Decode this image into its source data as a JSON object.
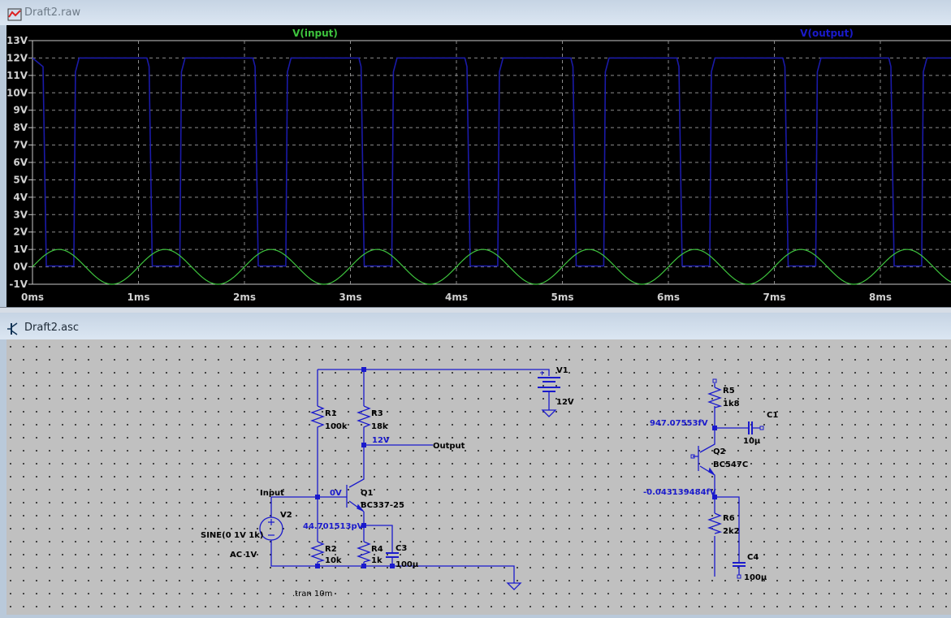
{
  "waveform_window": {
    "title": "Draft2.raw"
  },
  "schematic_window": {
    "title": "Draft2.asc"
  },
  "chart_data": {
    "type": "line",
    "title": "",
    "legend": [
      "V(input)",
      "V(output)"
    ],
    "legend_placement": "top",
    "xlabel": "",
    "ylabel": "",
    "xlim_ms": [
      0,
      8.67
    ],
    "ylim": [
      -1,
      13
    ],
    "x_ticks": [
      "0ms",
      "1ms",
      "2ms",
      "3ms",
      "4ms",
      "5ms",
      "6ms",
      "7ms",
      "8ms"
    ],
    "y_ticks": [
      "13V",
      "12V",
      "11V",
      "10V",
      "9V",
      "8V",
      "7V",
      "6V",
      "5V",
      "4V",
      "3V",
      "2V",
      "1V",
      "0V",
      "-1V"
    ],
    "grid": true,
    "colors": {
      "input": "#3ec43e",
      "output": "#1a1aa8",
      "background": "#000000",
      "grid": "#8c8c8c"
    },
    "series": [
      {
        "name": "V(input)",
        "kind": "sine",
        "offset": 0,
        "amplitude": 1,
        "frequency_khz": 1
      },
      {
        "name": "V(output)",
        "kind": "square",
        "high": 12,
        "low": 0.05,
        "period_ms": 1,
        "low_from_ms": 0.1,
        "low_to_ms": 0.39
      }
    ]
  },
  "schematic": {
    "wire_color": "#1a1acc",
    "label_color": "#1a1acc",
    "R1": {
      "name": "R1",
      "value": "100k"
    },
    "R2": {
      "name": "R2",
      "value": "10k"
    },
    "R3": {
      "name": "R3",
      "value": "18k"
    },
    "R4": {
      "name": "R4",
      "value": "1k"
    },
    "R5": {
      "name": "R5",
      "value": "1k8"
    },
    "R6": {
      "name": "R6",
      "value": "2k2"
    },
    "C1": {
      "name": "C1",
      "value": "10µ"
    },
    "C3": {
      "name": "C3",
      "value": "100µ"
    },
    "C4": {
      "name": "C4",
      "value": "100µ"
    },
    "Q1": {
      "name": "Q1",
      "value": "BC337-25"
    },
    "Q2": {
      "name": "Q2",
      "value": "BC547C"
    },
    "V1": {
      "name": "V1",
      "value": "12V"
    },
    "V2": {
      "name": "V2",
      "value": "SINE(0 1V 1k)",
      "ac": "AC 1V"
    },
    "nets": {
      "input": "Input",
      "output": "Output"
    },
    "probes": {
      "collector": "12V",
      "base": "0V",
      "emitter": "44.701513pV",
      "q2_collector": "947.07553fV",
      "q2_emitter": "-0.043139484fV"
    },
    "directive": ".tran 10m"
  }
}
